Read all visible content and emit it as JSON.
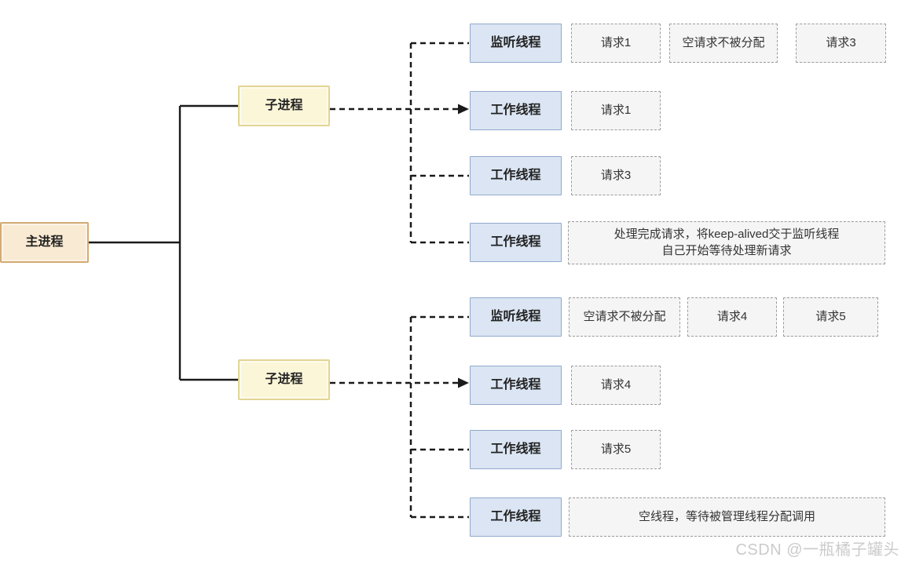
{
  "diagram_title": "Worker MPM process-thread diagram",
  "nodes": {
    "main_process": "主进程",
    "child_process_1": "子进程",
    "child_process_2": "子进程"
  },
  "group1": {
    "listener": {
      "label": "监听线程",
      "requests": [
        "请求1",
        "空请求不被分配",
        "请求3"
      ]
    },
    "workers": [
      {
        "label": "工作线程",
        "request": "请求1"
      },
      {
        "label": "工作线程",
        "request": "请求3"
      },
      {
        "label": "工作线程",
        "request": "处理完成请求，将keep-alived交于监听线程\n自己开始等待处理新请求"
      }
    ]
  },
  "group2": {
    "listener": {
      "label": "监听线程",
      "requests": [
        "空请求不被分配",
        "请求4",
        "请求5"
      ]
    },
    "workers": [
      {
        "label": "工作线程",
        "request": "请求4"
      },
      {
        "label": "工作线程",
        "request": "请求5"
      },
      {
        "label": "工作线程",
        "request": "空线程，等待被管理线程分配调用"
      }
    ]
  },
  "watermark": {
    "text": "CSDN @一瓶橘子罐头"
  },
  "colors": {
    "process_fill": "#f9ead3",
    "process_border": "#d2ab74",
    "child_fill": "#fcf6d9",
    "child_border": "#e2d493",
    "thread_fill": "#dbe5f3",
    "thread_border": "#91a9cd",
    "request_fill": "#f5f5f5",
    "request_border": "#9b9b9b",
    "line": "#1a1a1a",
    "watermark": "#cbcbcb"
  }
}
